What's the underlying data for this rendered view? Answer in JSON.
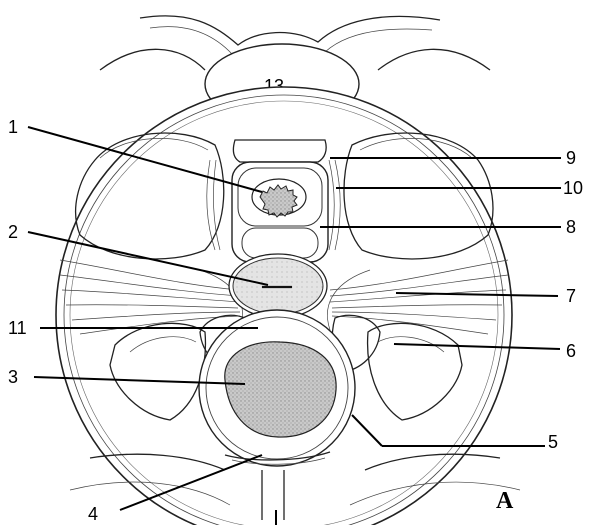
{
  "figure": {
    "panel_letter": "A",
    "labels": [
      {
        "id": "1",
        "text": "1"
      },
      {
        "id": "2",
        "text": "2"
      },
      {
        "id": "3",
        "text": "3"
      },
      {
        "id": "4",
        "text": "4"
      },
      {
        "id": "5",
        "text": "5"
      },
      {
        "id": "6",
        "text": "6"
      },
      {
        "id": "7",
        "text": "7"
      },
      {
        "id": "8",
        "text": "8"
      },
      {
        "id": "9",
        "text": "9"
      },
      {
        "id": "10",
        "text": "10"
      },
      {
        "id": "11",
        "text": "11"
      },
      {
        "id": "13",
        "text": "13"
      }
    ]
  }
}
